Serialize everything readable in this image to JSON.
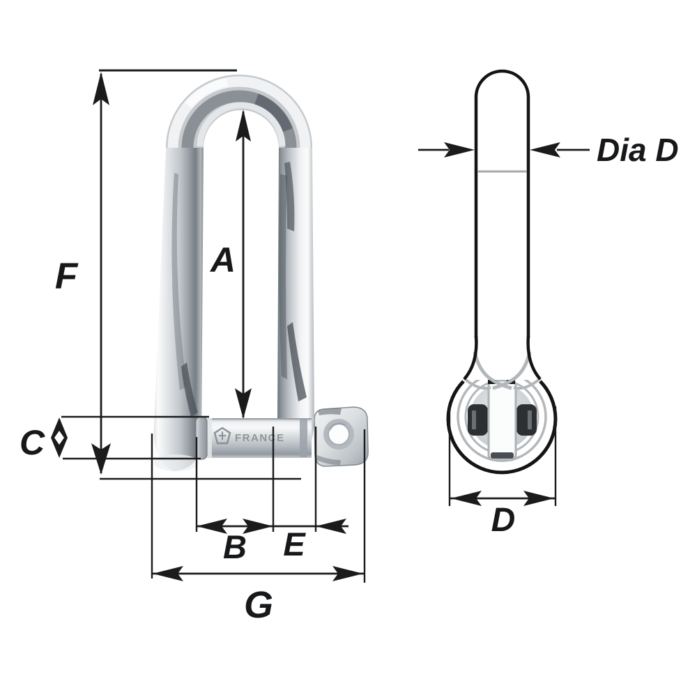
{
  "front_view": {
    "labels": {
      "F": "F",
      "A": "A",
      "C": "C",
      "B": "B",
      "E": "E",
      "G": "G"
    },
    "pin_marking": {
      "text": "FRANCE",
      "logo": "wichard-shield-logo"
    }
  },
  "side_view": {
    "labels": {
      "dia_d": "Dia D",
      "d": "D"
    }
  },
  "colors": {
    "background": "#ffffff",
    "dimension_line": "#1b1b1b",
    "weld_divider_gray": "#a9a9a9",
    "outline_black": "#141414",
    "detail_gray": "#b4b7ba",
    "metal_light": "#f2f4f5",
    "metal_mid": "#c6cacd",
    "metal_dark": "#7d848b"
  }
}
